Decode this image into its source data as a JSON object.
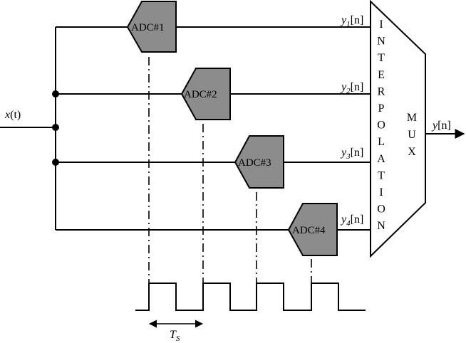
{
  "input_label": {
    "base": "x",
    "arg": "(t)"
  },
  "adcs": [
    {
      "label": "ADC#1"
    },
    {
      "label": "ADC#2"
    },
    {
      "label": "ADC#3"
    },
    {
      "label": "ADC#4"
    }
  ],
  "outputs": [
    {
      "base": "y",
      "sub": "1",
      "arg": "[n]"
    },
    {
      "base": "y",
      "sub": "2",
      "arg": "[n]"
    },
    {
      "base": "y",
      "sub": "3",
      "arg": "[n]"
    },
    {
      "base": "y",
      "sub": "4",
      "arg": "[n]"
    }
  ],
  "interpolation_label": "INTERPOLATION",
  "mux_label": "MUX",
  "mux_output": {
    "base": "y",
    "arg": "[n]"
  },
  "period_label": {
    "base": "T",
    "sub": "S"
  },
  "colors": {
    "adc_fill": "#8c8c8c",
    "line": "#000000",
    "background": "#ffffff"
  }
}
